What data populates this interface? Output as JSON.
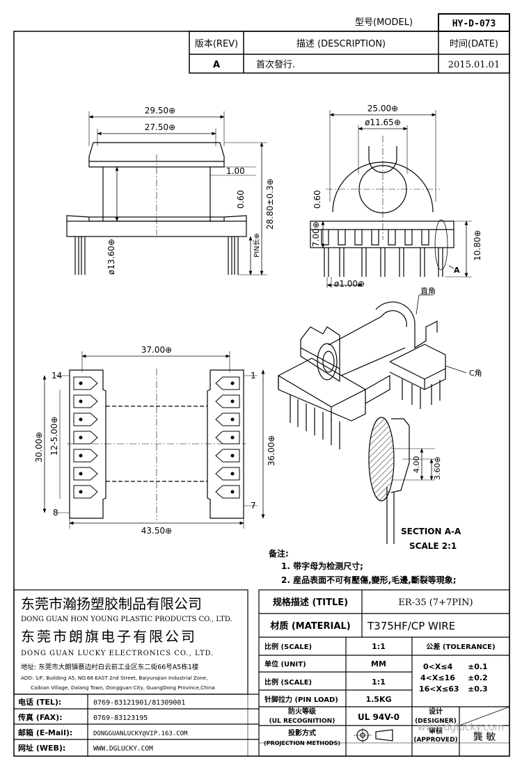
{
  "header": {
    "model_label": "型号(MODEL)",
    "model_value": "HY-D-073",
    "rev_label": "版本(REV)",
    "desc_label": "描述 (DESCRIPTION)",
    "date_label": "时间(DATE)",
    "rev_value": "A",
    "desc_value": "首次發行.",
    "date_value": "2015.01.01"
  },
  "front_view": {
    "dim_overall_width": "29.50⊕",
    "dim_inner_width": "27.50⊕",
    "dim_flange": "1.00",
    "dim_step": "0.60",
    "dim_height": "28.80±0.3⊕",
    "pin_label": "PIN长⊕",
    "dim_core": "ø13.60⊕"
  },
  "side_view": {
    "dim_width": "25.00⊕",
    "dim_bore": "ø11.65⊕",
    "dim_step": "0.60",
    "dim_base": "7.00⊕",
    "dim_total": "10.80⊕",
    "dim_pin": "ø1.00⊕",
    "section_marker": "A"
  },
  "iso_view": {
    "note_right_angle": "直角",
    "note_chamfer": "C角"
  },
  "bottom_view": {
    "dim_inner": "37.00⊕",
    "dim_outer": "43.50⊕",
    "dim_pitch": "12-5.00⊕",
    "dim_pin_span": "30.00⊕",
    "dim_depth": "36.00⊕",
    "pin_14": "14",
    "pin_8": "8",
    "pin_1": "1",
    "pin_7": "7"
  },
  "section_view": {
    "dim_a": "4.00",
    "dim_b": "3.60⊕",
    "title": "SECTION A-A",
    "scale": "SCALE 2:1"
  },
  "notes": {
    "heading": "备注:",
    "note1": "1. 带字母为检测尺寸;",
    "note2": "2. 産品表面不可有壓傷,變形,毛邊,斷裂等現象;"
  },
  "company": {
    "name1_cn": "东莞市瀚扬塑胶制品有限公司",
    "name1_en": "DONG GUAN HON YOUNG PLASTIC PRODUCTS CO., LTD.",
    "name2_cn": "东莞市朗旗电子有限公司",
    "name2_en": "DONG GUAN LUCKY ELECTRONICS CO., LTD.",
    "address_cn": "地址: 东莞市大朗镇蔡边村白云前工业区东二街66号A5栋1楼",
    "address_en1": "ADD: 1/F, Building A5, NO.66 EAST 2nd Street, Baiyunqian Industrial Zone,",
    "address_en2": "Caibian Village, Dalang Town, Dongguan City, GuangDong Province,China"
  },
  "contacts": [
    {
      "label": "电话 (TEL):",
      "value": "0769-83121901/81309001"
    },
    {
      "label": "传真 (FAX):",
      "value": "0769-83123195"
    },
    {
      "label": "邮箱 (E-Mail):",
      "value": "DONGGUANLUCKY@VIP.163.COM"
    },
    {
      "label": "网址 (WEB):",
      "value": "WWW.DGLUCKY.COM"
    }
  ],
  "title_block": {
    "title_label": "规格描述 (TITLE)",
    "title_value": "ER-35 (7+7PIN)",
    "material_label": "材质 (MATERIAL)",
    "material_value": "T375HF/CP WIRE",
    "scale_label": "比例 (SCALE)",
    "scale_value": "1:1",
    "tolerance_label": "公差 (TOLERANCE)",
    "unit_label": "单位 (UNIT)",
    "unit_value": "MM",
    "scale2_label": "比例 (SCALE)",
    "scale2_value": "1:1",
    "tol1_range": "0<X≤4",
    "tol1_value": "±0.1",
    "tol2_range": "4<X≤16",
    "tol2_value": "±0.2",
    "tol3_range": "16<X≤63",
    "tol3_value": "±0.3",
    "pin_load_label": "针脚拉力 (PIN LOAD)",
    "pin_load_value": "1.5KG",
    "designer_label": "设计",
    "designer_label_en": "(DESIGNER)",
    "ul_label": "防火等级",
    "ul_label_en": "(UL RECOGNITION)",
    "ul_value": "UL 94V-0",
    "approved_label": "审核",
    "approved_label_en": "(APPROVED)",
    "approved_value": "龔 敏",
    "projection_label": "投影方式",
    "projection_label_en": "(PROJECTION METHODS)",
    "watermark": "www.dglucky.com"
  }
}
